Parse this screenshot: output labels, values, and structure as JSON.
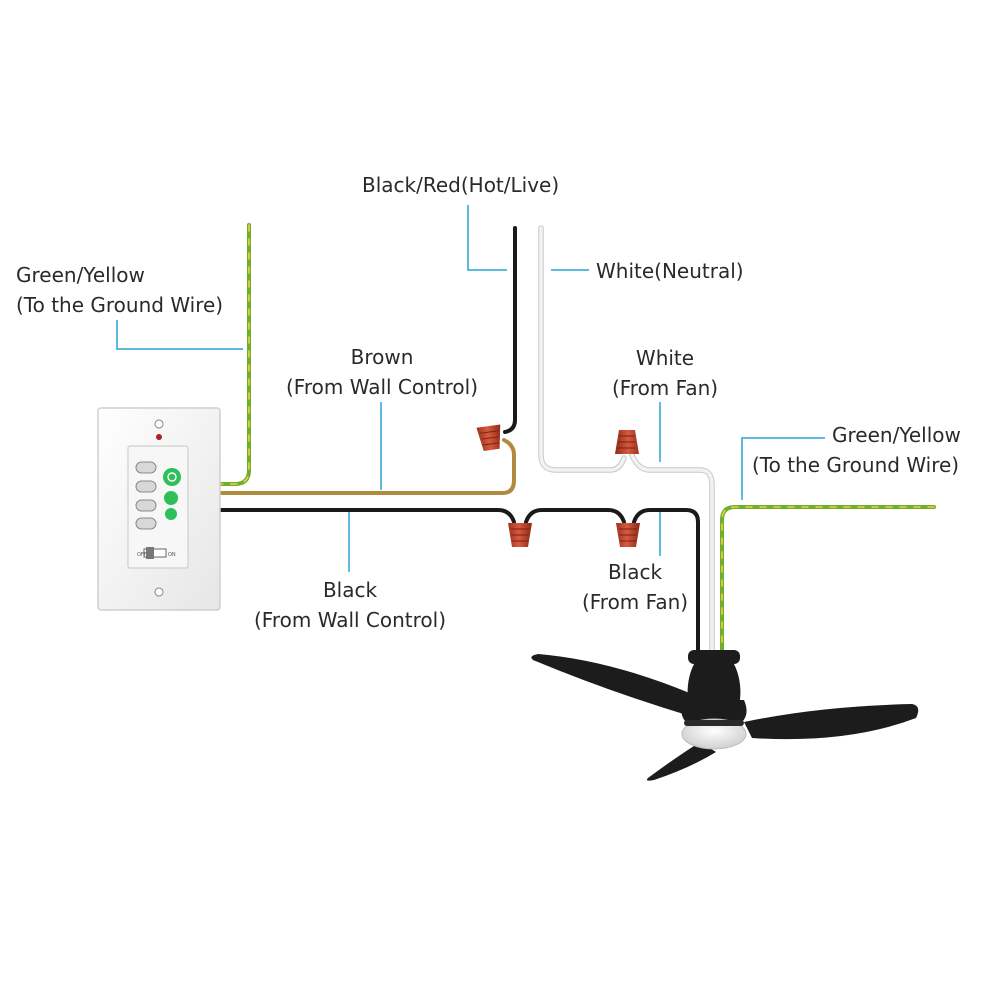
{
  "labels": {
    "hot_live": "Black/Red(Hot/Live)",
    "neutral": "White(Neutral)",
    "ground_left_1": "Green/Yellow",
    "ground_left_2": "(To the Ground Wire)",
    "brown_1": "Brown",
    "brown_2": "(From Wall Control)",
    "white_fan_1": "White",
    "white_fan_2": "(From Fan)",
    "ground_right_1": "Green/Yellow",
    "ground_right_2": "(To the Ground Wire)",
    "black_wall_1": "Black",
    "black_wall_2": "(From Wall Control)",
    "black_fan_1": "Black",
    "black_fan_2": "(From Fan)"
  },
  "colors": {
    "leader_line": "#2aa3d8",
    "wire_black": "#1a1a1a",
    "wire_white": "#f2f2f2",
    "wire_brown": "#b08a3e",
    "wire_green": "#6fae2e",
    "wire_yellow": "#e8d23a",
    "wire_nut": "#c2442c",
    "button_green": "#2fbf5a",
    "fan_body": "#1c1c1c",
    "fan_light": "#eeeeee"
  },
  "icons": {
    "wall_control": "wall-control-icon",
    "ceiling_fan": "ceiling-fan-icon",
    "wire_nut": "wire-nut-icon"
  }
}
